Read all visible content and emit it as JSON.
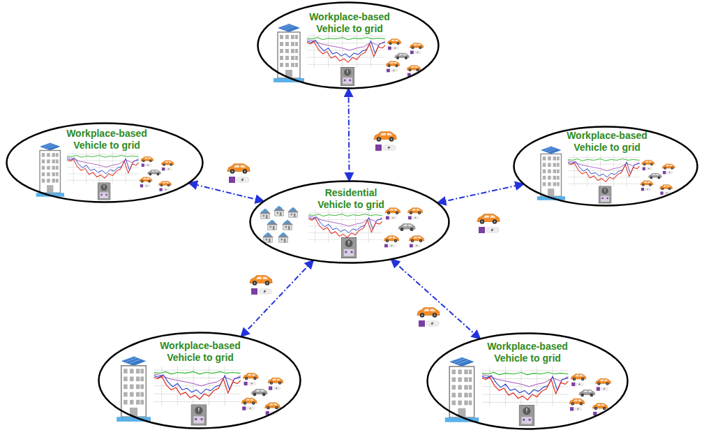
{
  "diagram": {
    "nodes": [
      {
        "text": [
          "Workplace-based Vehicle to grid"
        ]
      },
      {
        "text": [
          "Workplace-based Vehicle to grid"
        ]
      },
      {
        "text": [
          "Workplace-based Vehicle to grid"
        ]
      },
      {
        "text": [
          "Residential Vehicle to grid"
        ]
      },
      {
        "text": [
          "Workplace-based Vehicle to grid"
        ]
      },
      {
        "text": [
          "Workplace-based Vehicle to grid"
        ]
      }
    ],
    "edges": [
      {
        "from": 3,
        "to": 0,
        "arrow": "both"
      },
      {
        "from": 3,
        "to": 1,
        "arrow": "both"
      },
      {
        "from": 3,
        "to": 2,
        "arrow": "both"
      },
      {
        "from": 3,
        "to": 4,
        "arrow": "both"
      },
      {
        "from": 3,
        "to": 5,
        "arrow": "both"
      }
    ]
  }
}
